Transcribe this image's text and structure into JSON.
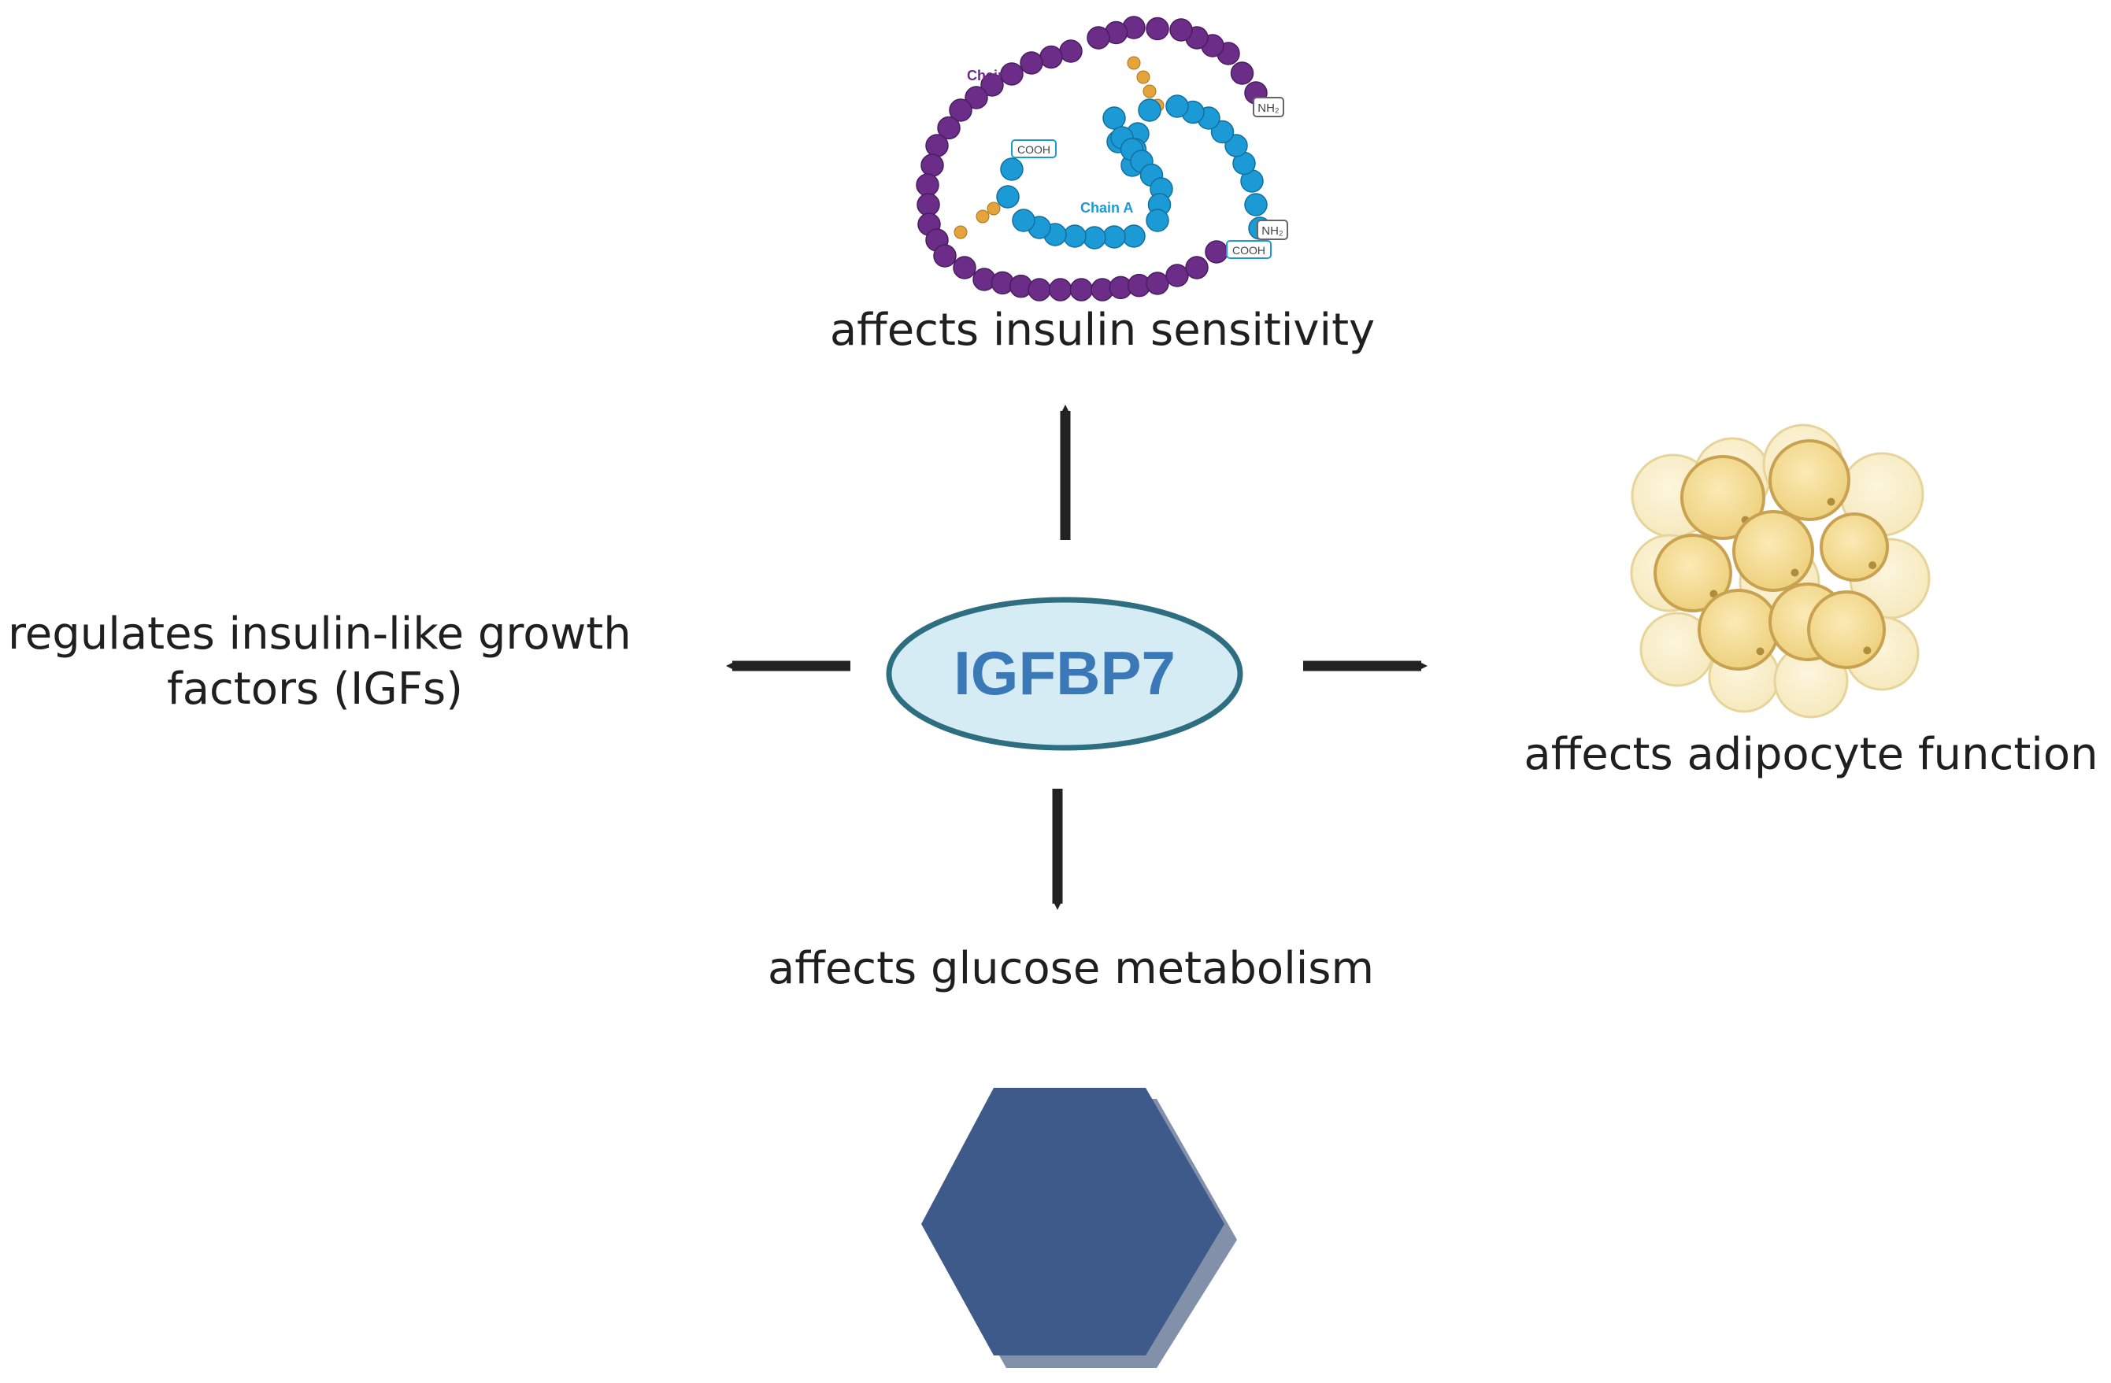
{
  "center": {
    "label": "IGFBP7",
    "fill": "#d6ecf5",
    "stroke": "#2d6e80",
    "text_color": "#3a78b8"
  },
  "top": {
    "label": "affects insulin sensitivity",
    "chain_b_label": "Chain B",
    "chain_a_label": "Chain A",
    "nh2": "NH₂",
    "cooh": "COOH",
    "chain_b_color": "#6b2d87",
    "chain_a_color": "#1c9ad6",
    "disulfide_color": "#e5a43a"
  },
  "left": {
    "line1": "regulates insulin-like growth",
    "line2": "factors (IGFs)"
  },
  "right": {
    "label": "affects  adipocyte function",
    "cell_color": "#f6dd98",
    "cell_outline": "#c9a251"
  },
  "bottom": {
    "label": "affects glucose metabolism",
    "hexagon_color": "#3d5a8a"
  },
  "arrows": {
    "color": "#222222"
  }
}
